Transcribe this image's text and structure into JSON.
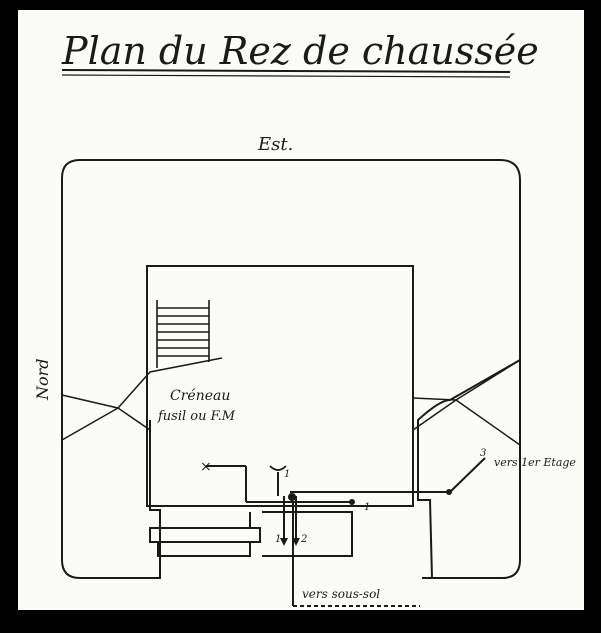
{
  "title": "Plan du Rez de chaussée",
  "labels": {
    "east": "Est.",
    "north": "Nord",
    "loophole_line1": "Créneau",
    "loophole_line2": "fusil ou F.M",
    "to_first_floor": "vers 1er Etage",
    "to_basement": "vers sous-sol"
  },
  "markers": {
    "m1_top": "1",
    "m1_right": "1",
    "m1_bottom": "1",
    "m2_bottom": "2",
    "m3_right": "3"
  },
  "colors": {
    "ink": "#1a1a1a",
    "paper": "#fbfbf8",
    "frame": "#000000"
  }
}
